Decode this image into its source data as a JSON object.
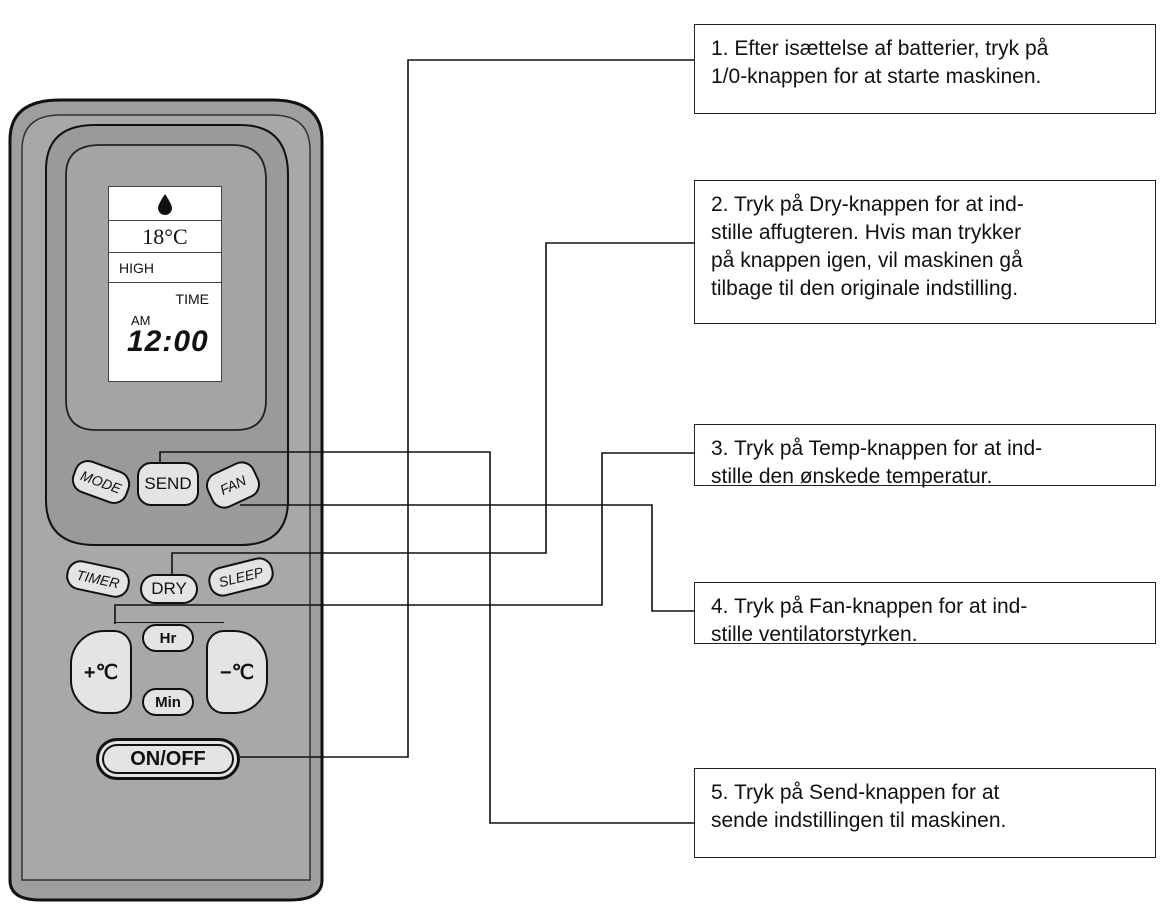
{
  "remote": {
    "display": {
      "icon": "water-drop-icon",
      "temperature": "18°C",
      "fan_speed": "HIGH",
      "time_label": "TIME",
      "am_pm": "AM",
      "clock": "12:00"
    },
    "buttons": {
      "mode": "MODE",
      "send": "SEND",
      "fan": "FAN",
      "timer": "TIMER",
      "dry": "DRY",
      "sleep": "SLEEP",
      "hr": "Hr",
      "min": "Min",
      "temp_up": "+℃",
      "temp_down": "−℃",
      "on_off": "ON/OFF"
    }
  },
  "callouts": [
    {
      "text": "1. Efter isættelse af batterier, tryk på\n1/0-knappen for at starte maskinen."
    },
    {
      "text": "2. Tryk på Dry-knappen for at ind-\nstille affugteren. Hvis man trykker\npå knappen igen, vil maskinen gå\ntilbage til den originale indstilling."
    },
    {
      "text": "3. Tryk på Temp-knappen for at ind-\nstille den ønskede temperatur."
    },
    {
      "text": "4. Tryk på Fan-knappen for at ind-\nstille ventilatorstyrken."
    },
    {
      "text": "5. Tryk på Send-knappen for at\nsende indstillingen til maskinen."
    }
  ]
}
